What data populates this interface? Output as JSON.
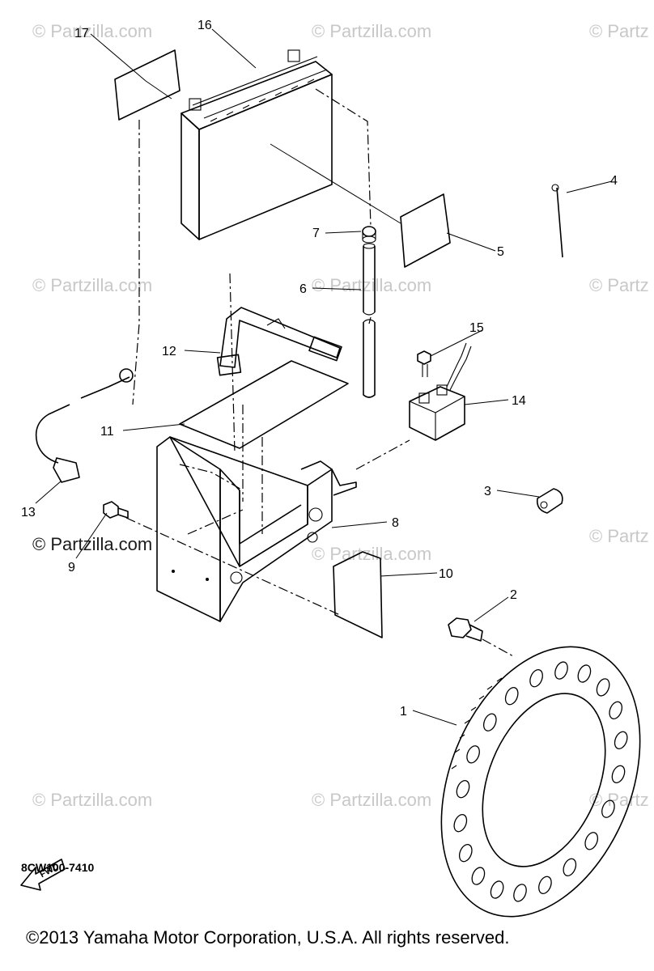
{
  "watermarks": [
    "© Partzilla.com",
    "© Partzilla.com",
    "© Partz",
    "© Partzilla.com",
    "© Partzilla.com",
    "© Partz",
    "© Partzilla.com",
    "© Partzilla.com",
    "© Partz",
    "© Partzilla.com",
    "© Partzilla.com",
    "© Partz"
  ],
  "callouts": [
    "1",
    "2",
    "3",
    "4",
    "5",
    "6",
    "7",
    "8",
    "9",
    "10",
    "11",
    "12",
    "13",
    "14",
    "15",
    "16",
    "17"
  ],
  "fwd_label": "FWD",
  "diagram_code": "8CW100-7410",
  "copyright": "©2013  Yamaha Motor Corporation, U.S.A. All rights reserved."
}
